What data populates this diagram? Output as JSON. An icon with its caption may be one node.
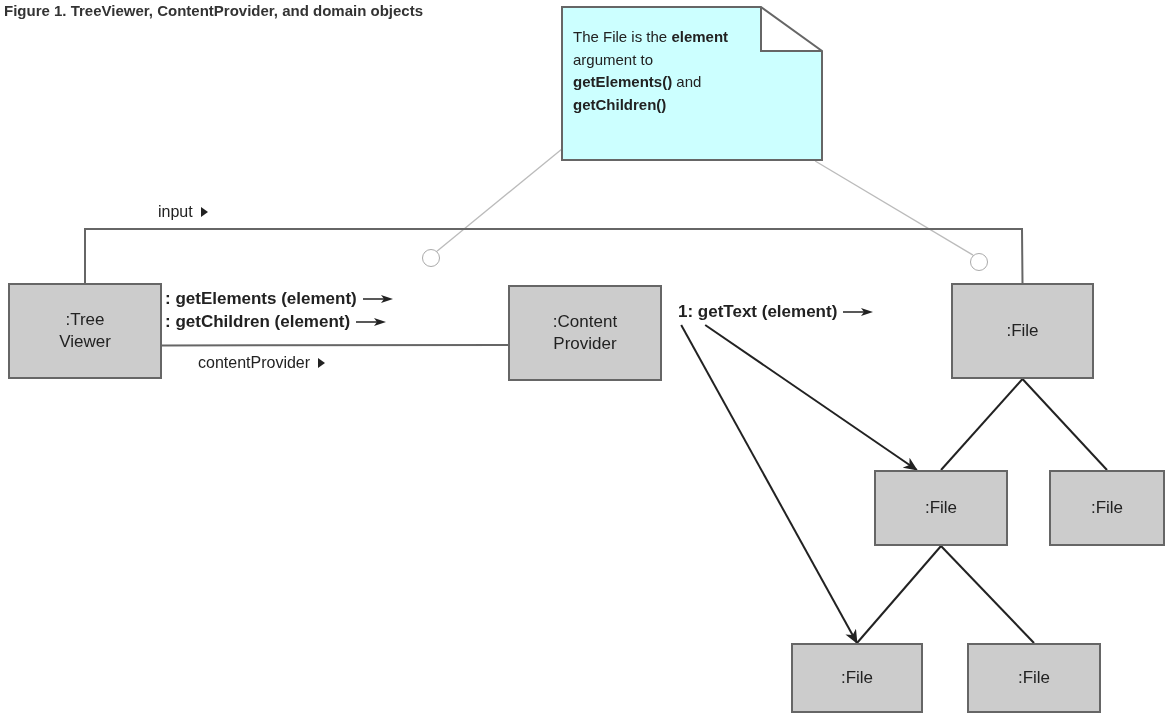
{
  "diagram": {
    "title": "Figure 1. TreeViewer, ContentProvider, and domain objects",
    "nodes": [
      {
        "text": [
          "The File is the **element** argument to **getElements()** and **getChildren()**"
        ]
      },
      {
        "text": [],
        "shape": "circle"
      },
      {
        "text": [],
        "shape": "circle"
      },
      {
        "text": [
          ":Tree Viewer"
        ]
      },
      {
        "text": [
          ":Content Provider"
        ]
      },
      {
        "text": [
          "1: getText (element)"
        ]
      },
      {
        "text": [
          ":File"
        ]
      },
      {
        "text": [
          ":File"
        ]
      },
      {
        "text": [
          ":File"
        ]
      },
      {
        "text": [
          ":File"
        ]
      },
      {
        "text": [
          ":File"
        ]
      }
    ],
    "edges": [
      {
        "from": 0,
        "to": 1,
        "arrow": "none",
        "color": "#bbbbbb"
      },
      {
        "from": 0,
        "to": 2,
        "arrow": "none",
        "color": "#bbbbbb"
      },
      {
        "from": 3,
        "to": 6,
        "arrow": "none",
        "label": "input"
      },
      {
        "from": 3,
        "to": 4,
        "arrow": "none",
        "label": "contentProvider"
      },
      {
        "from": 5,
        "to": 7,
        "arrow": "to"
      },
      {
        "from": 5,
        "to": 9,
        "arrow": "to"
      },
      {
        "from": 6,
        "to": 7,
        "arrow": "none"
      },
      {
        "from": 6,
        "to": 8,
        "arrow": "none"
      },
      {
        "from": 7,
        "to": 9,
        "arrow": "none"
      },
      {
        "from": 7,
        "to": 10,
        "arrow": "none"
      }
    ],
    "labels": [
      ": getElements (element)",
      ": getChildren (element)"
    ]
  }
}
